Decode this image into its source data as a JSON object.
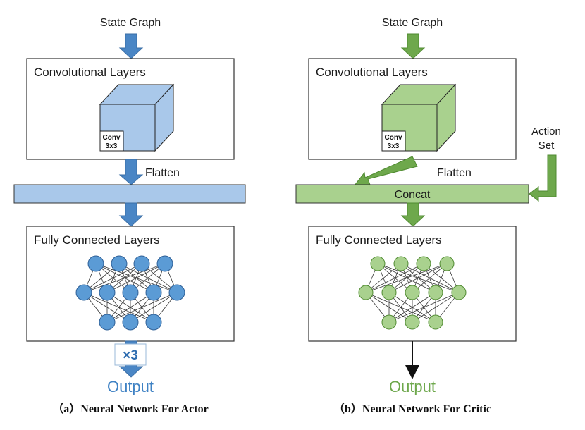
{
  "actor": {
    "input_label": "State Graph",
    "conv_title": "Convolutional Layers",
    "conv_block": [
      "Conv",
      "3x3"
    ],
    "flatten_label": "Flatten",
    "fc_title": "Fully Connected Layers",
    "repeat_label": "×3",
    "output_label": "Output",
    "caption": "（a）Neural Network For Actor"
  },
  "critic": {
    "input_label": "State Graph",
    "conv_title": "Convolutional Layers",
    "conv_block": [
      "Conv",
      "3x3"
    ],
    "flatten_label": "Flatten",
    "concat_label": "Concat",
    "action_set_label": [
      "Action",
      "Set"
    ],
    "fc_title": "Fully Connected Layers",
    "output_label": "Output",
    "caption": "（b）Neural Network For Critic"
  },
  "colors": {
    "actor_fill": "#a9c8ea",
    "actor_arrow": "#4a86c5",
    "actor_node": "#5b9bd5",
    "critic_fill": "#a9d18e",
    "critic_arrow": "#5e9a3c",
    "critic_node": "#a9d18e"
  }
}
